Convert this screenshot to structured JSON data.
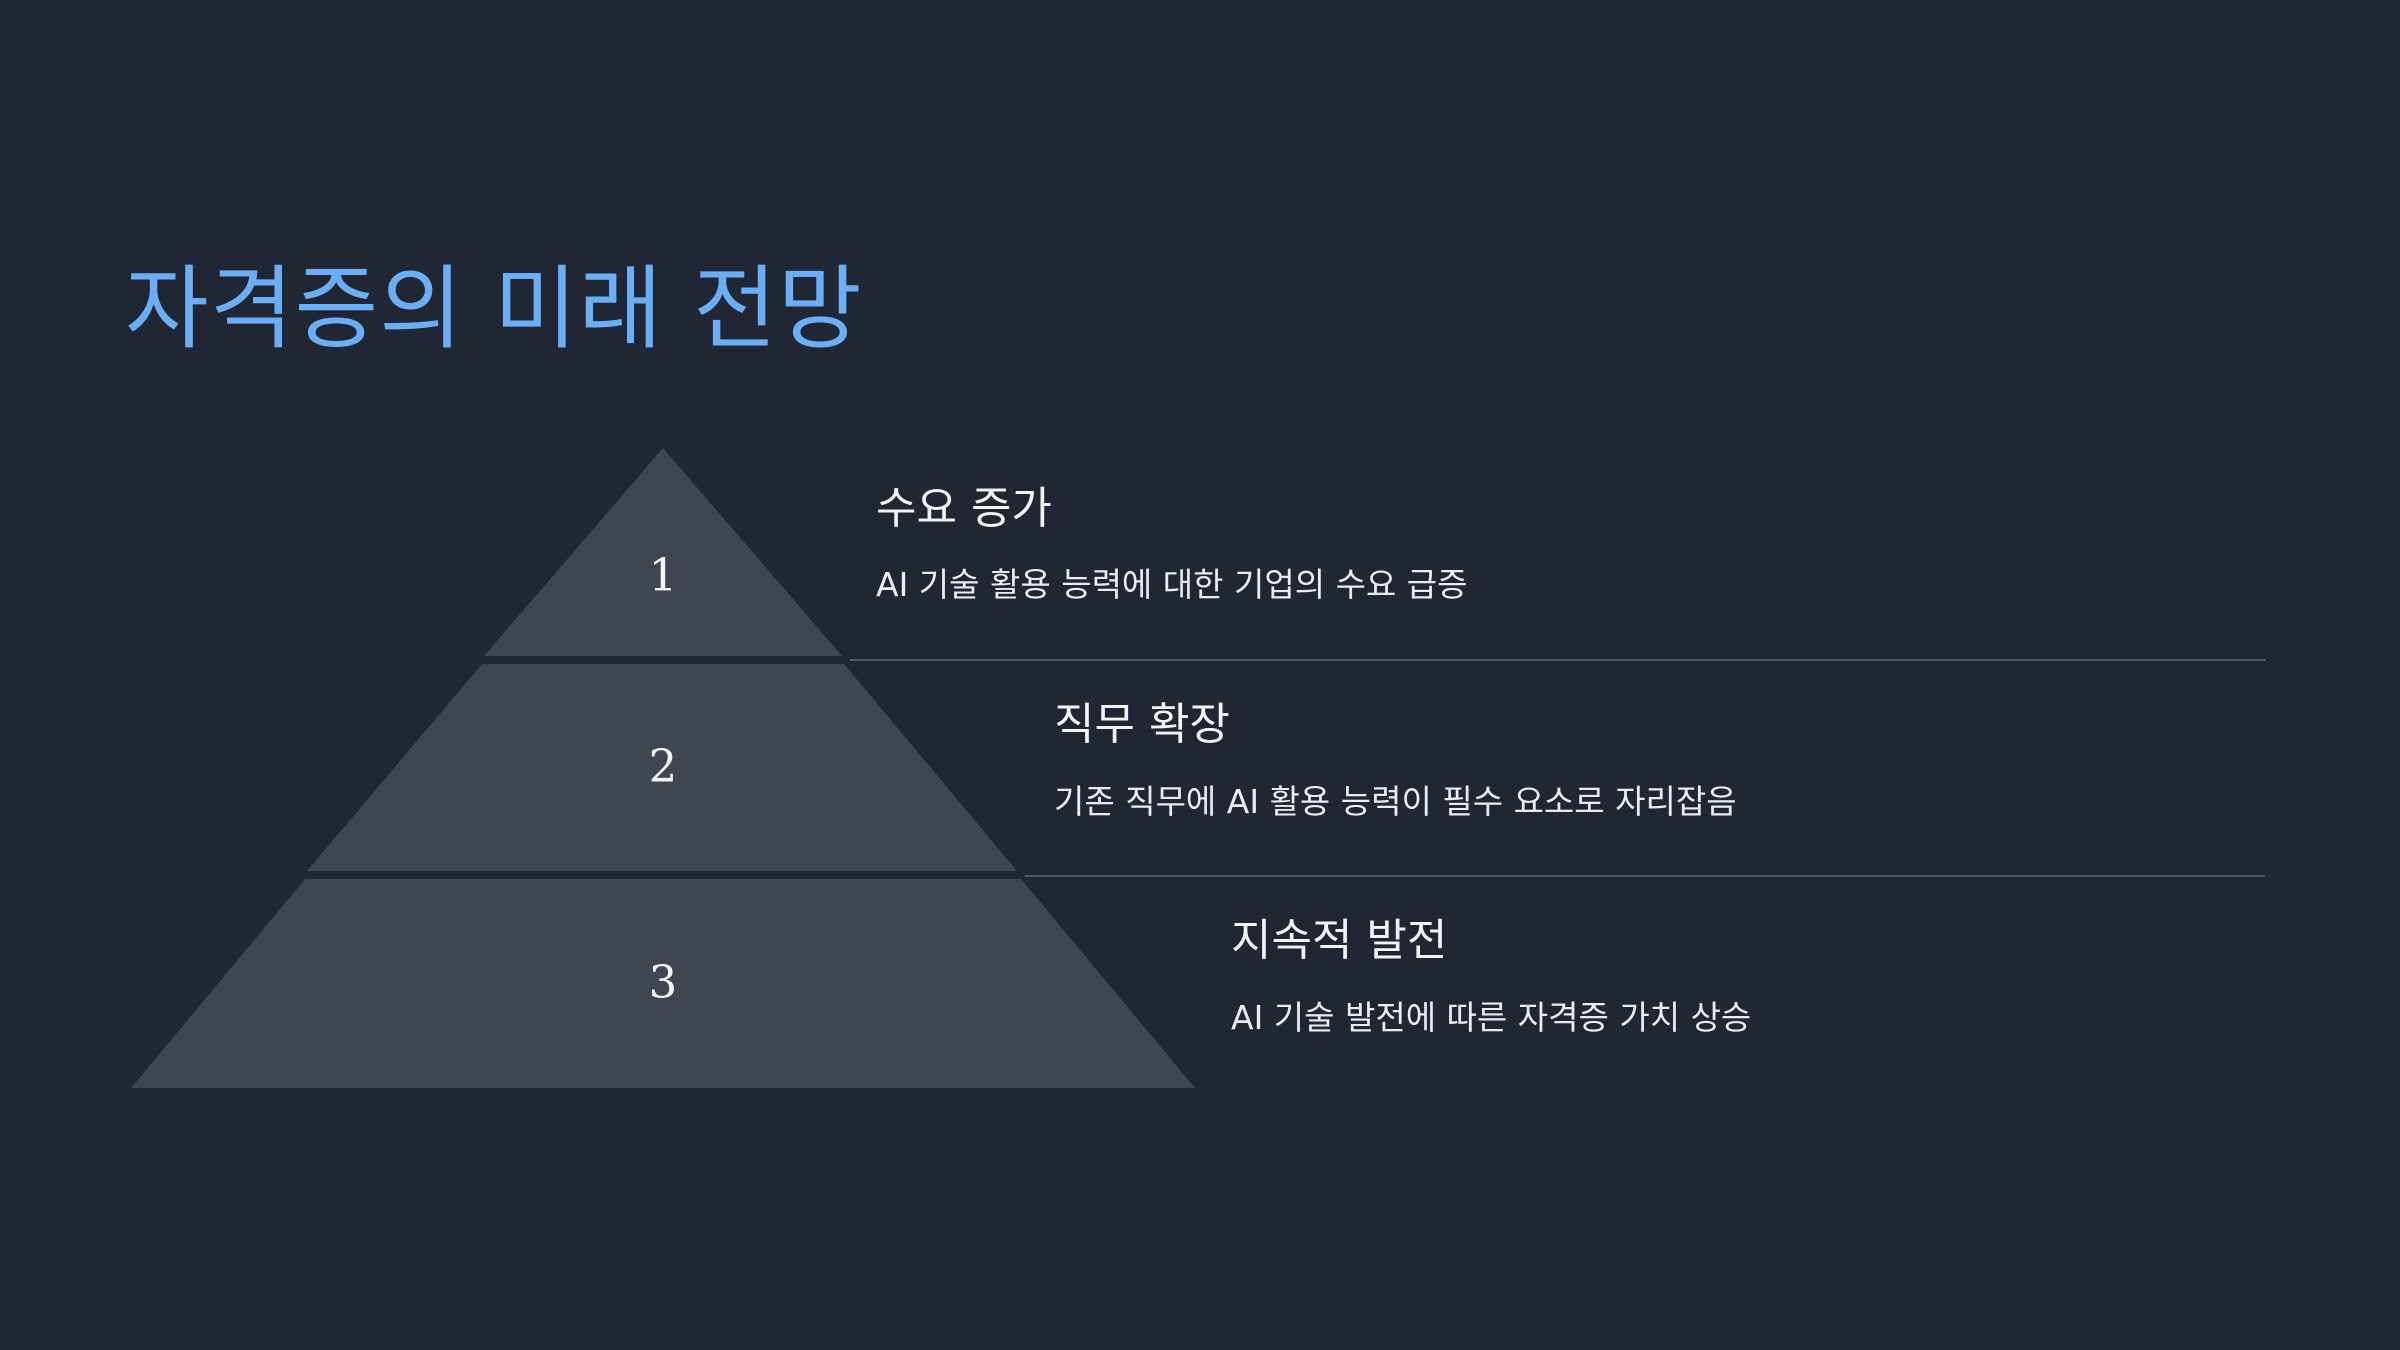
{
  "slide": {
    "title": "자격증의 미래 전망"
  },
  "colors": {
    "background": "#202633",
    "title": "#6aaef5",
    "tier_fill": "#3f4552",
    "divider": "#4f5766",
    "text": "#f1f3f6"
  },
  "levels": [
    {
      "number": "1",
      "heading": "수요 증가",
      "description": "AI 기술 활용 능력에 대한 기업의 수요 급증"
    },
    {
      "number": "2",
      "heading": "직무 확장",
      "description": "기존 직무에 AI 활용 능력이 필수 요소로 자리잡음"
    },
    {
      "number": "3",
      "heading": "지속적 발전",
      "description": "AI 기술 발전에 따른 자격증 가치 상승"
    }
  ]
}
